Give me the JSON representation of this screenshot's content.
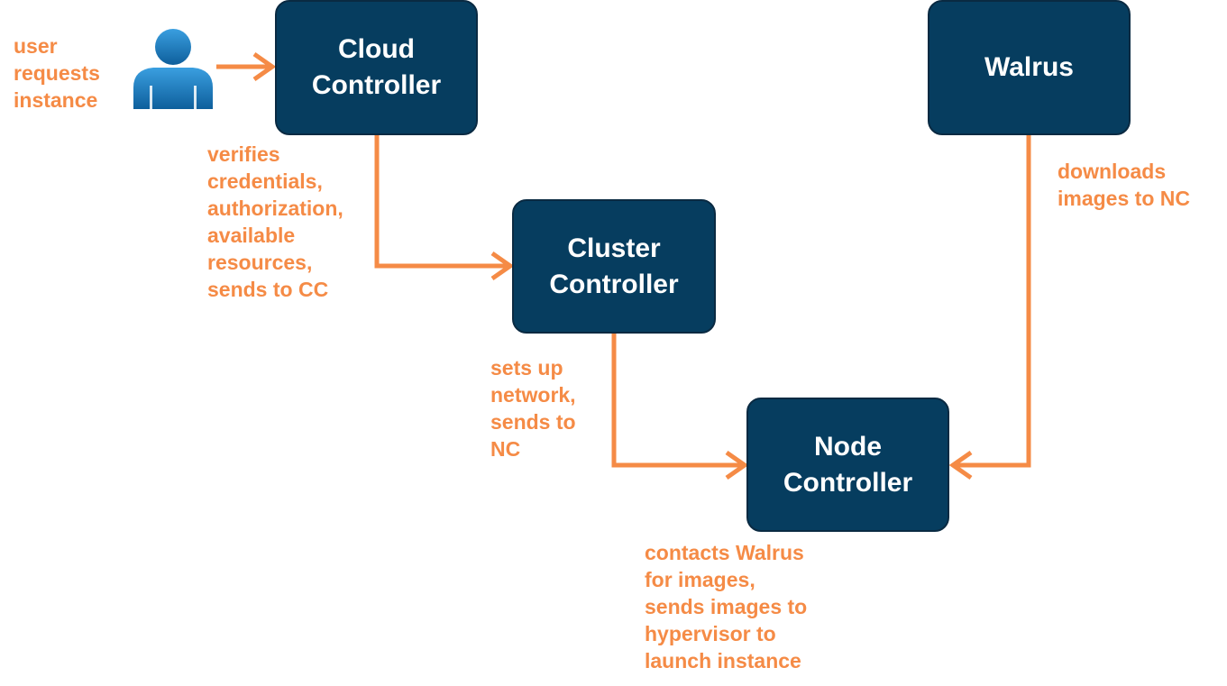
{
  "colors": {
    "box_fill": "#063d5f",
    "box_border": "#0a2a42",
    "box_text": "#ffffff",
    "annotation": "#f58b46",
    "arrow": "#f58b46",
    "user_icon": "#1e7fc1"
  },
  "nodes": {
    "cloud_controller": "Cloud\nController",
    "cluster_controller": "Cluster\nController",
    "node_controller": "Node\nController",
    "walrus": "Walrus"
  },
  "annotations": {
    "user_request": "user\nrequests\ninstance",
    "cloud_controller_step": "verifies\ncredentials,\nauthorization,\navailable\nresources,\nsends to CC",
    "cluster_controller_step": "sets up\nnetwork,\nsends to\nNC",
    "node_controller_step": "contacts Walrus\nfor images,\nsends images to\nhypervisor to\nlaunch instance",
    "walrus_step": "downloads\nimages to NC"
  },
  "icons": {
    "user": "user-icon"
  }
}
